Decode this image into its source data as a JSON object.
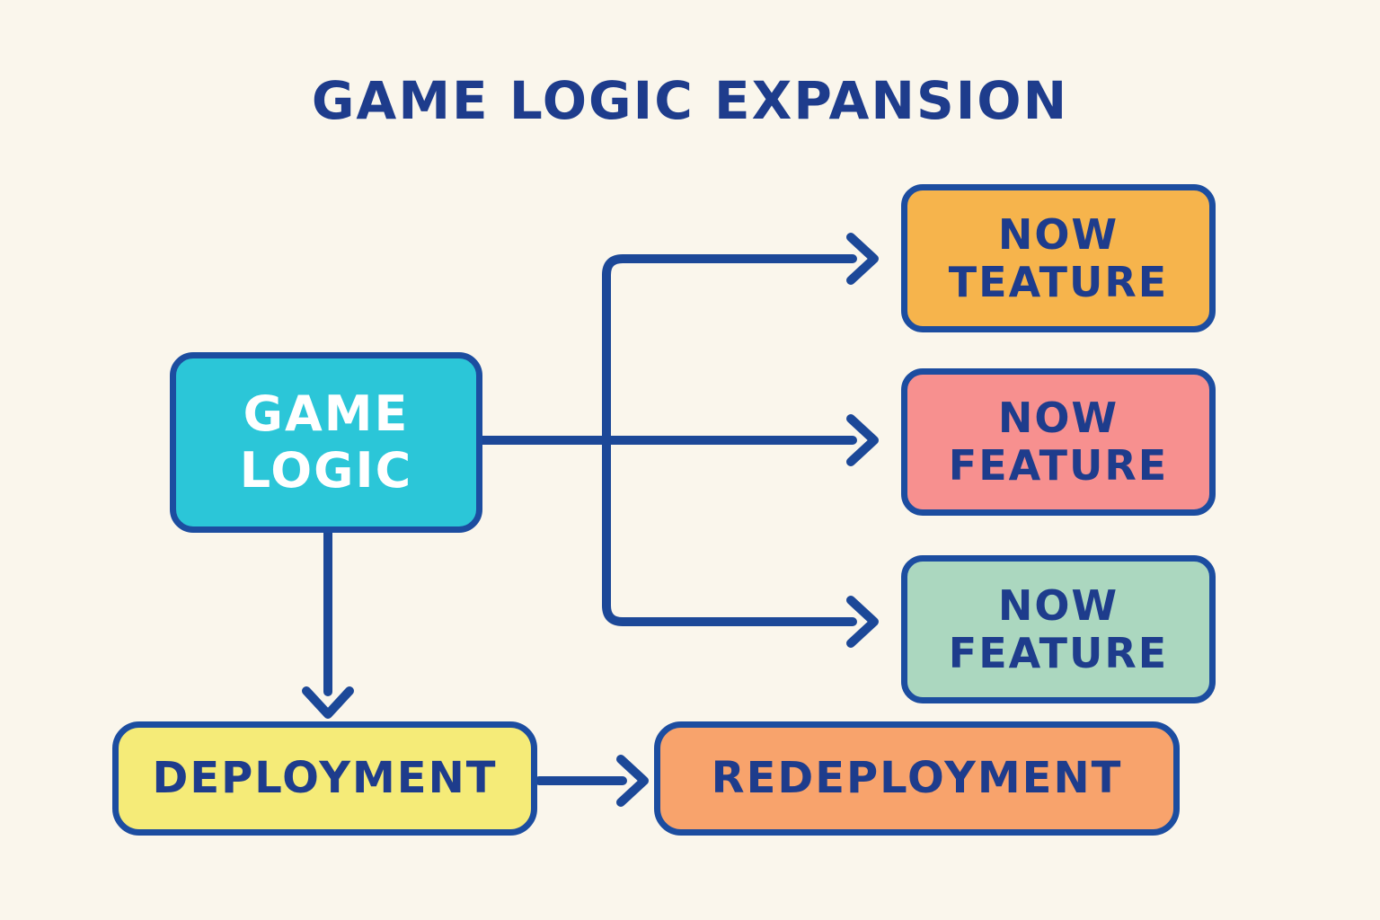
{
  "title": "GAME LOGIC EXPANSION",
  "colors": {
    "background": "#faf6ec",
    "title_text": "#1e3c8c",
    "node_border": "#1c4da0",
    "node_text": "#1e3c8c",
    "arrow": "#1c4898",
    "game_logic_fill": "#2bc6d8",
    "game_logic_text": "#ffffff",
    "feature_top_fill": "#f6b44c",
    "feature_mid_fill": "#f7908f",
    "feature_bottom_fill": "#abd7bf",
    "deployment_fill": "#f5eb78",
    "redeployment_fill": "#f8a36c"
  },
  "diagram": {
    "nodes": {
      "game_logic": {
        "line1": "GAME",
        "line2": "LOGIC"
      },
      "feature_top": {
        "line1": "NOW",
        "line2": "TEATURE"
      },
      "feature_mid": {
        "line1": "NOW",
        "line2": "FEATURE"
      },
      "feature_bottom": {
        "line1": "NOW",
        "line2": "FEATURE"
      },
      "deployment": {
        "label": "DEPLOYMENT"
      },
      "redeployment": {
        "label": "REDEPLOYMENT"
      }
    },
    "edges": [
      {
        "from": "game_logic",
        "to": "feature_top"
      },
      {
        "from": "game_logic",
        "to": "feature_mid"
      },
      {
        "from": "game_logic",
        "to": "feature_bottom"
      },
      {
        "from": "game_logic",
        "to": "deployment"
      },
      {
        "from": "deployment",
        "to": "redeployment"
      }
    ]
  }
}
